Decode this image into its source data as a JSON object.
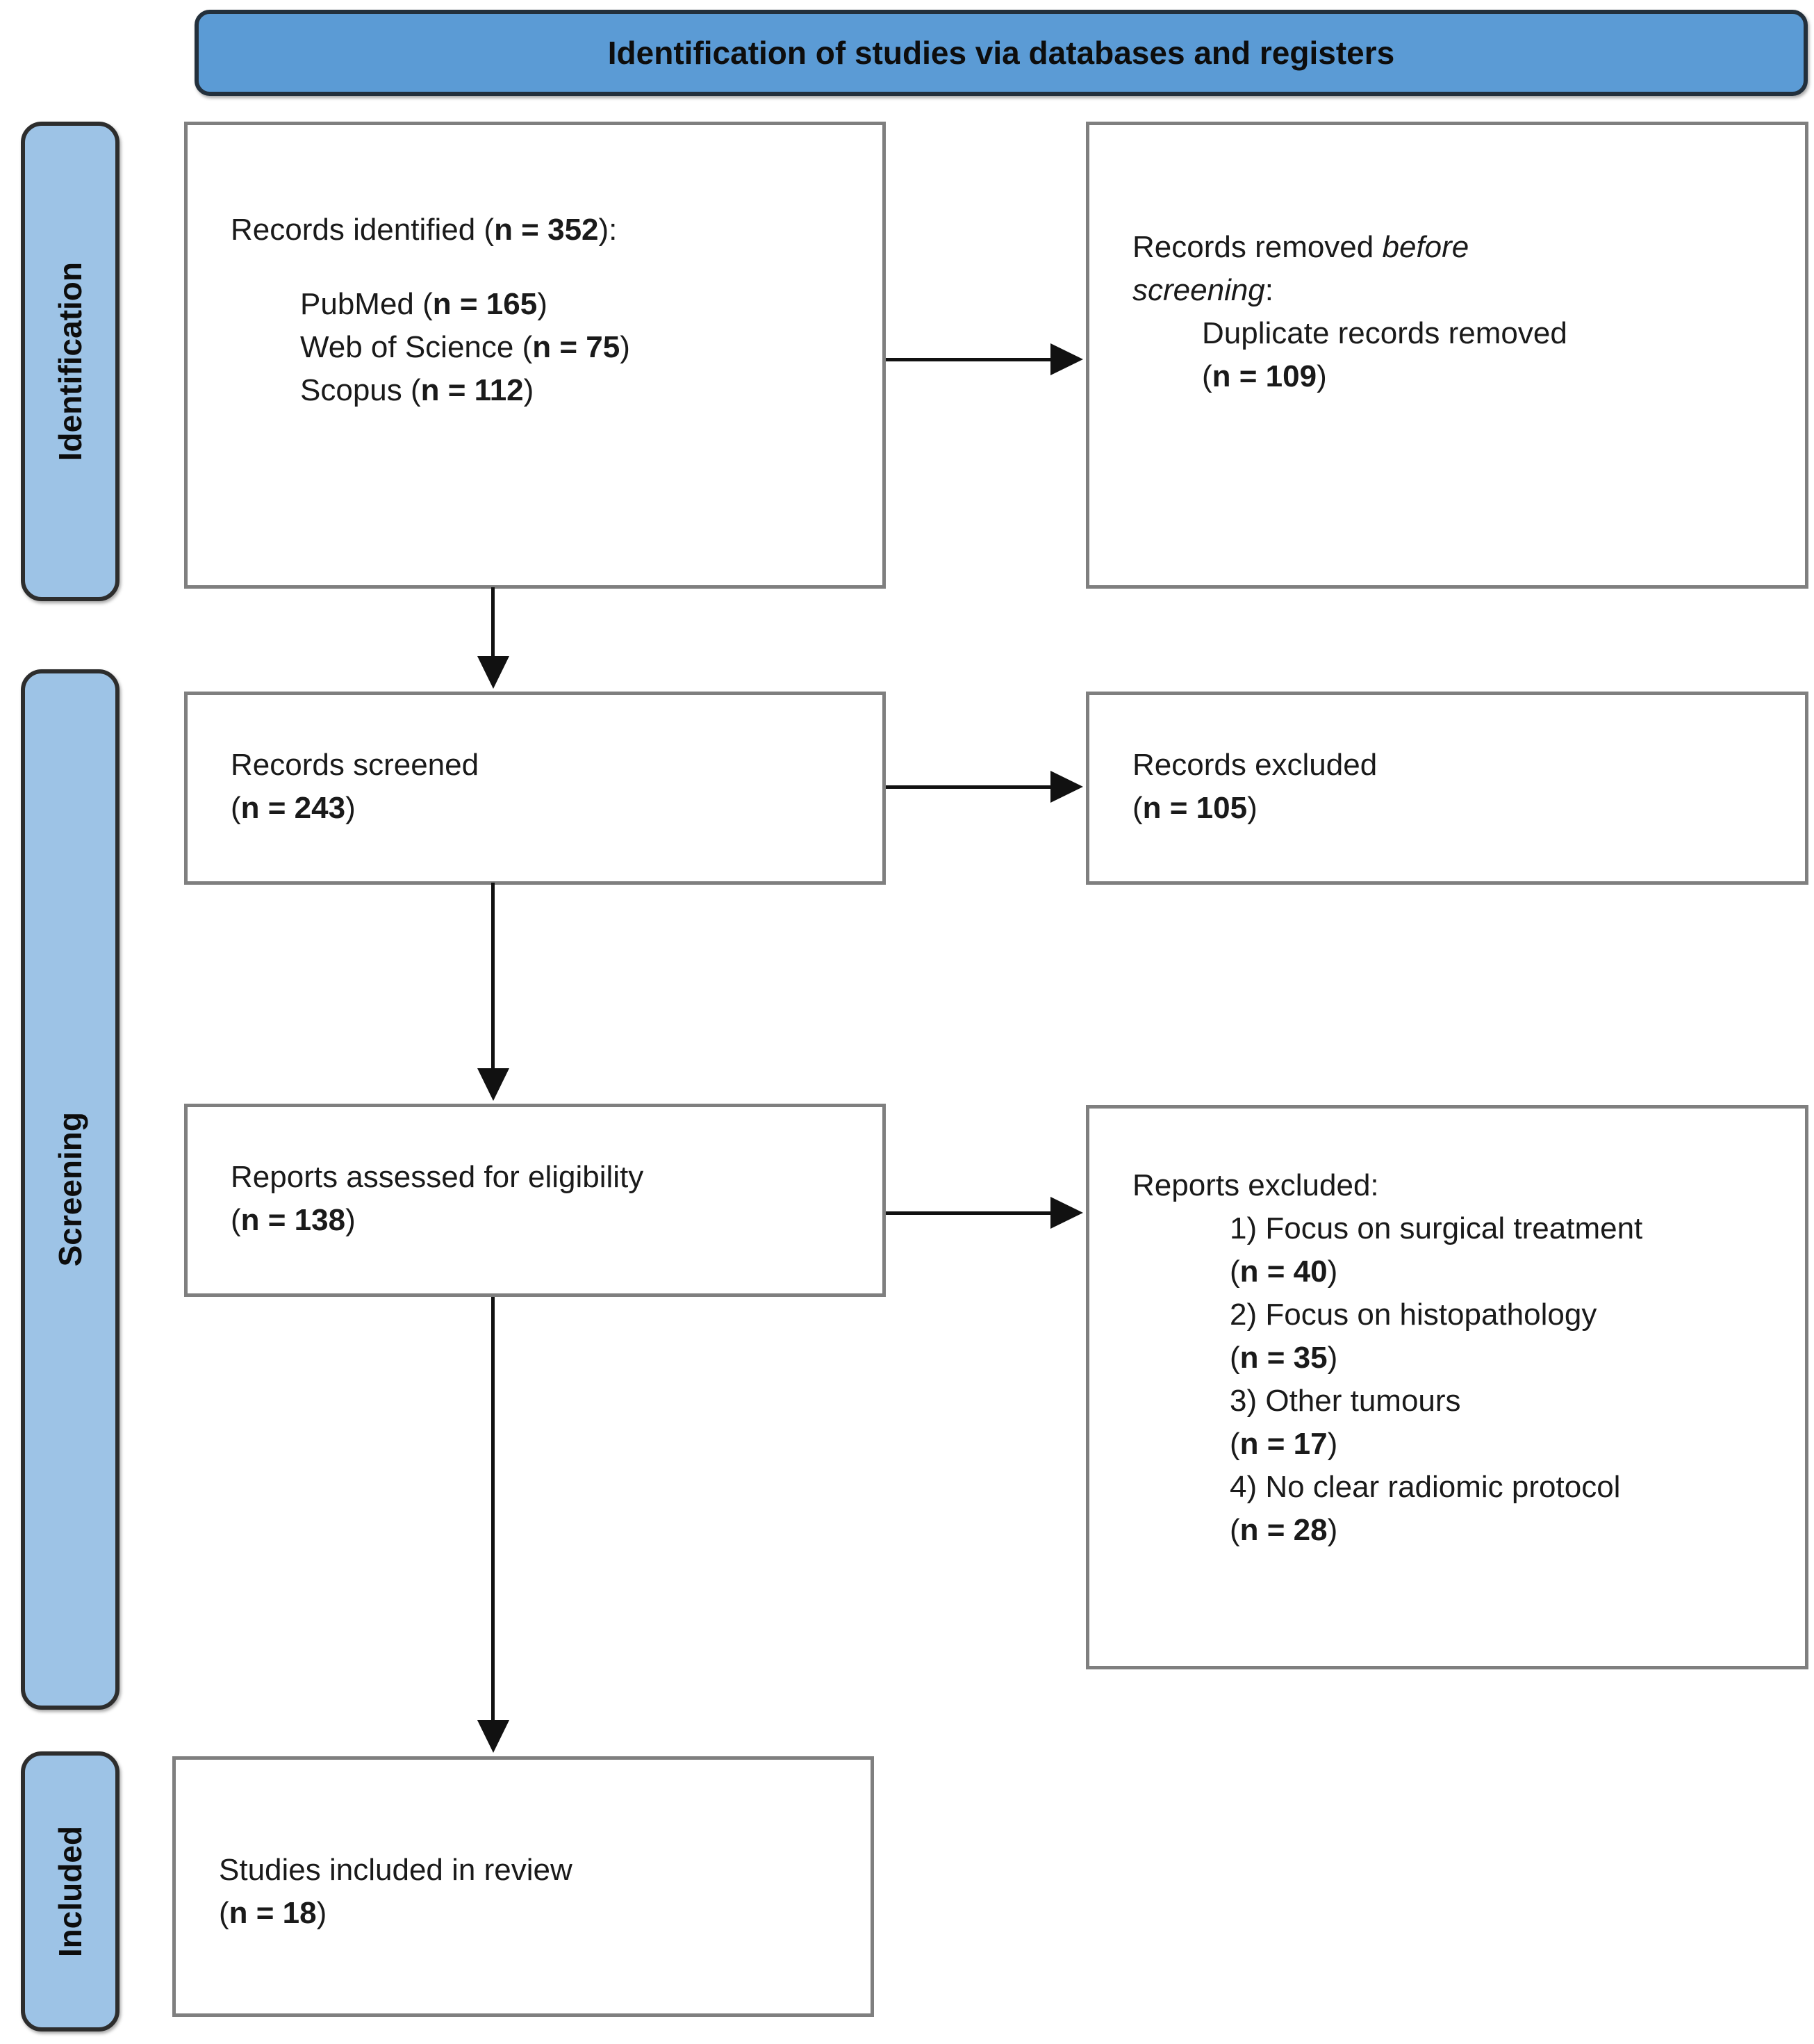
{
  "header": {
    "title": "Identification of studies via databases and registers"
  },
  "stages": {
    "identification": "Identification",
    "screening": "Screening",
    "included": "Included"
  },
  "boxes": {
    "identified": {
      "title_pre": "Records identified (",
      "title_n": "n = 352",
      "title_post": "):",
      "sources": [
        {
          "pre": "PubMed (",
          "n": "n = 165",
          "post": ")"
        },
        {
          "pre": "Web of Science (",
          "n": "n = 75",
          "post": ")"
        },
        {
          "pre": "Scopus (",
          "n": "n = 112",
          "post": ")"
        }
      ]
    },
    "removed_before_screening": {
      "pre": "Records removed ",
      "italic_line1": "before",
      "italic_line2": "screening",
      "post": ":",
      "reason": "Duplicate records removed",
      "count_pre": "(",
      "count": "n = 109",
      "count_post": ")"
    },
    "records_screened": {
      "title": "Records screened",
      "count_pre": "(",
      "count": "n = 243",
      "count_post": ")"
    },
    "records_excluded": {
      "title": "Records excluded",
      "count_pre": "(",
      "count": "n = 105",
      "count_post": ")"
    },
    "reports_assessed": {
      "title": "Reports assessed for eligibility",
      "count_pre": "(",
      "count": "n = 138",
      "count_post": ")"
    },
    "reports_excluded": {
      "title": "Reports excluded:",
      "reasons": [
        {
          "text": "1) Focus on surgical treatment",
          "count_pre": "(",
          "count": "n = 40",
          "count_post": ")"
        },
        {
          "text": "2) Focus on histopathology",
          "count_pre": "(",
          "count": "n = 35",
          "count_post": ")"
        },
        {
          "text": "3) Other tumours",
          "count_pre": "(",
          "count": "n = 17",
          "count_post": ")"
        },
        {
          "text": "4) No clear radiomic protocol",
          "count_pre": "(",
          "count": "n = 28",
          "count_post": ")"
        }
      ]
    },
    "studies_included": {
      "title": "Studies included in review",
      "count_pre": "(",
      "count": "n = 18",
      "count_post": ")"
    }
  },
  "colors": {
    "banner_fill": "#5b9bd5",
    "stage_fill": "#9dc3e6",
    "banner_border": "#23303c",
    "box_border": "#7f7f7f",
    "arrow": "#111111",
    "text": "#1a1a1a"
  }
}
